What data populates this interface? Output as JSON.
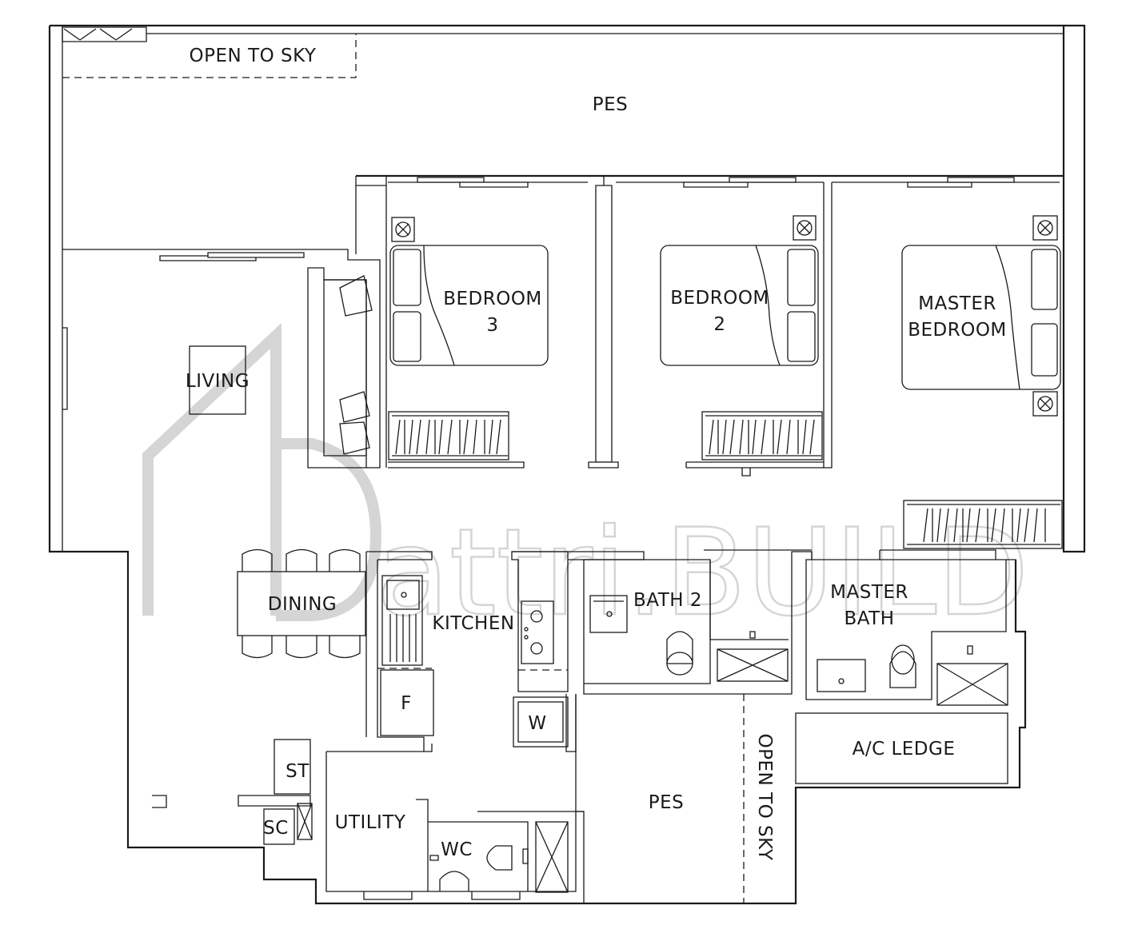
{
  "rooms": {
    "open_to_sky_top": "OPEN TO SKY",
    "pes_top": "PES",
    "living": "LIVING",
    "bedroom3_line1": "BEDROOM",
    "bedroom3_line2": "3",
    "bedroom2_line1": "BEDROOM",
    "bedroom2_line2": "2",
    "master_bedroom_line1": "MASTER",
    "master_bedroom_line2": "BEDROOM",
    "dining": "DINING",
    "kitchen": "KITCHEN",
    "bath2": "BATH 2",
    "master_bath_line1": "MASTER",
    "master_bath_line2": "BATH",
    "ac_ledge": "A/C LEDGE",
    "fridge": "F",
    "washer": "W",
    "store": "ST",
    "shelter_closet": "SC",
    "utility": "UTILITY",
    "wc": "WC",
    "pes_bottom": "PES",
    "open_to_sky_bottom": "OPEN TO SKY"
  },
  "watermark": {
    "text": "attri.BUILD"
  }
}
